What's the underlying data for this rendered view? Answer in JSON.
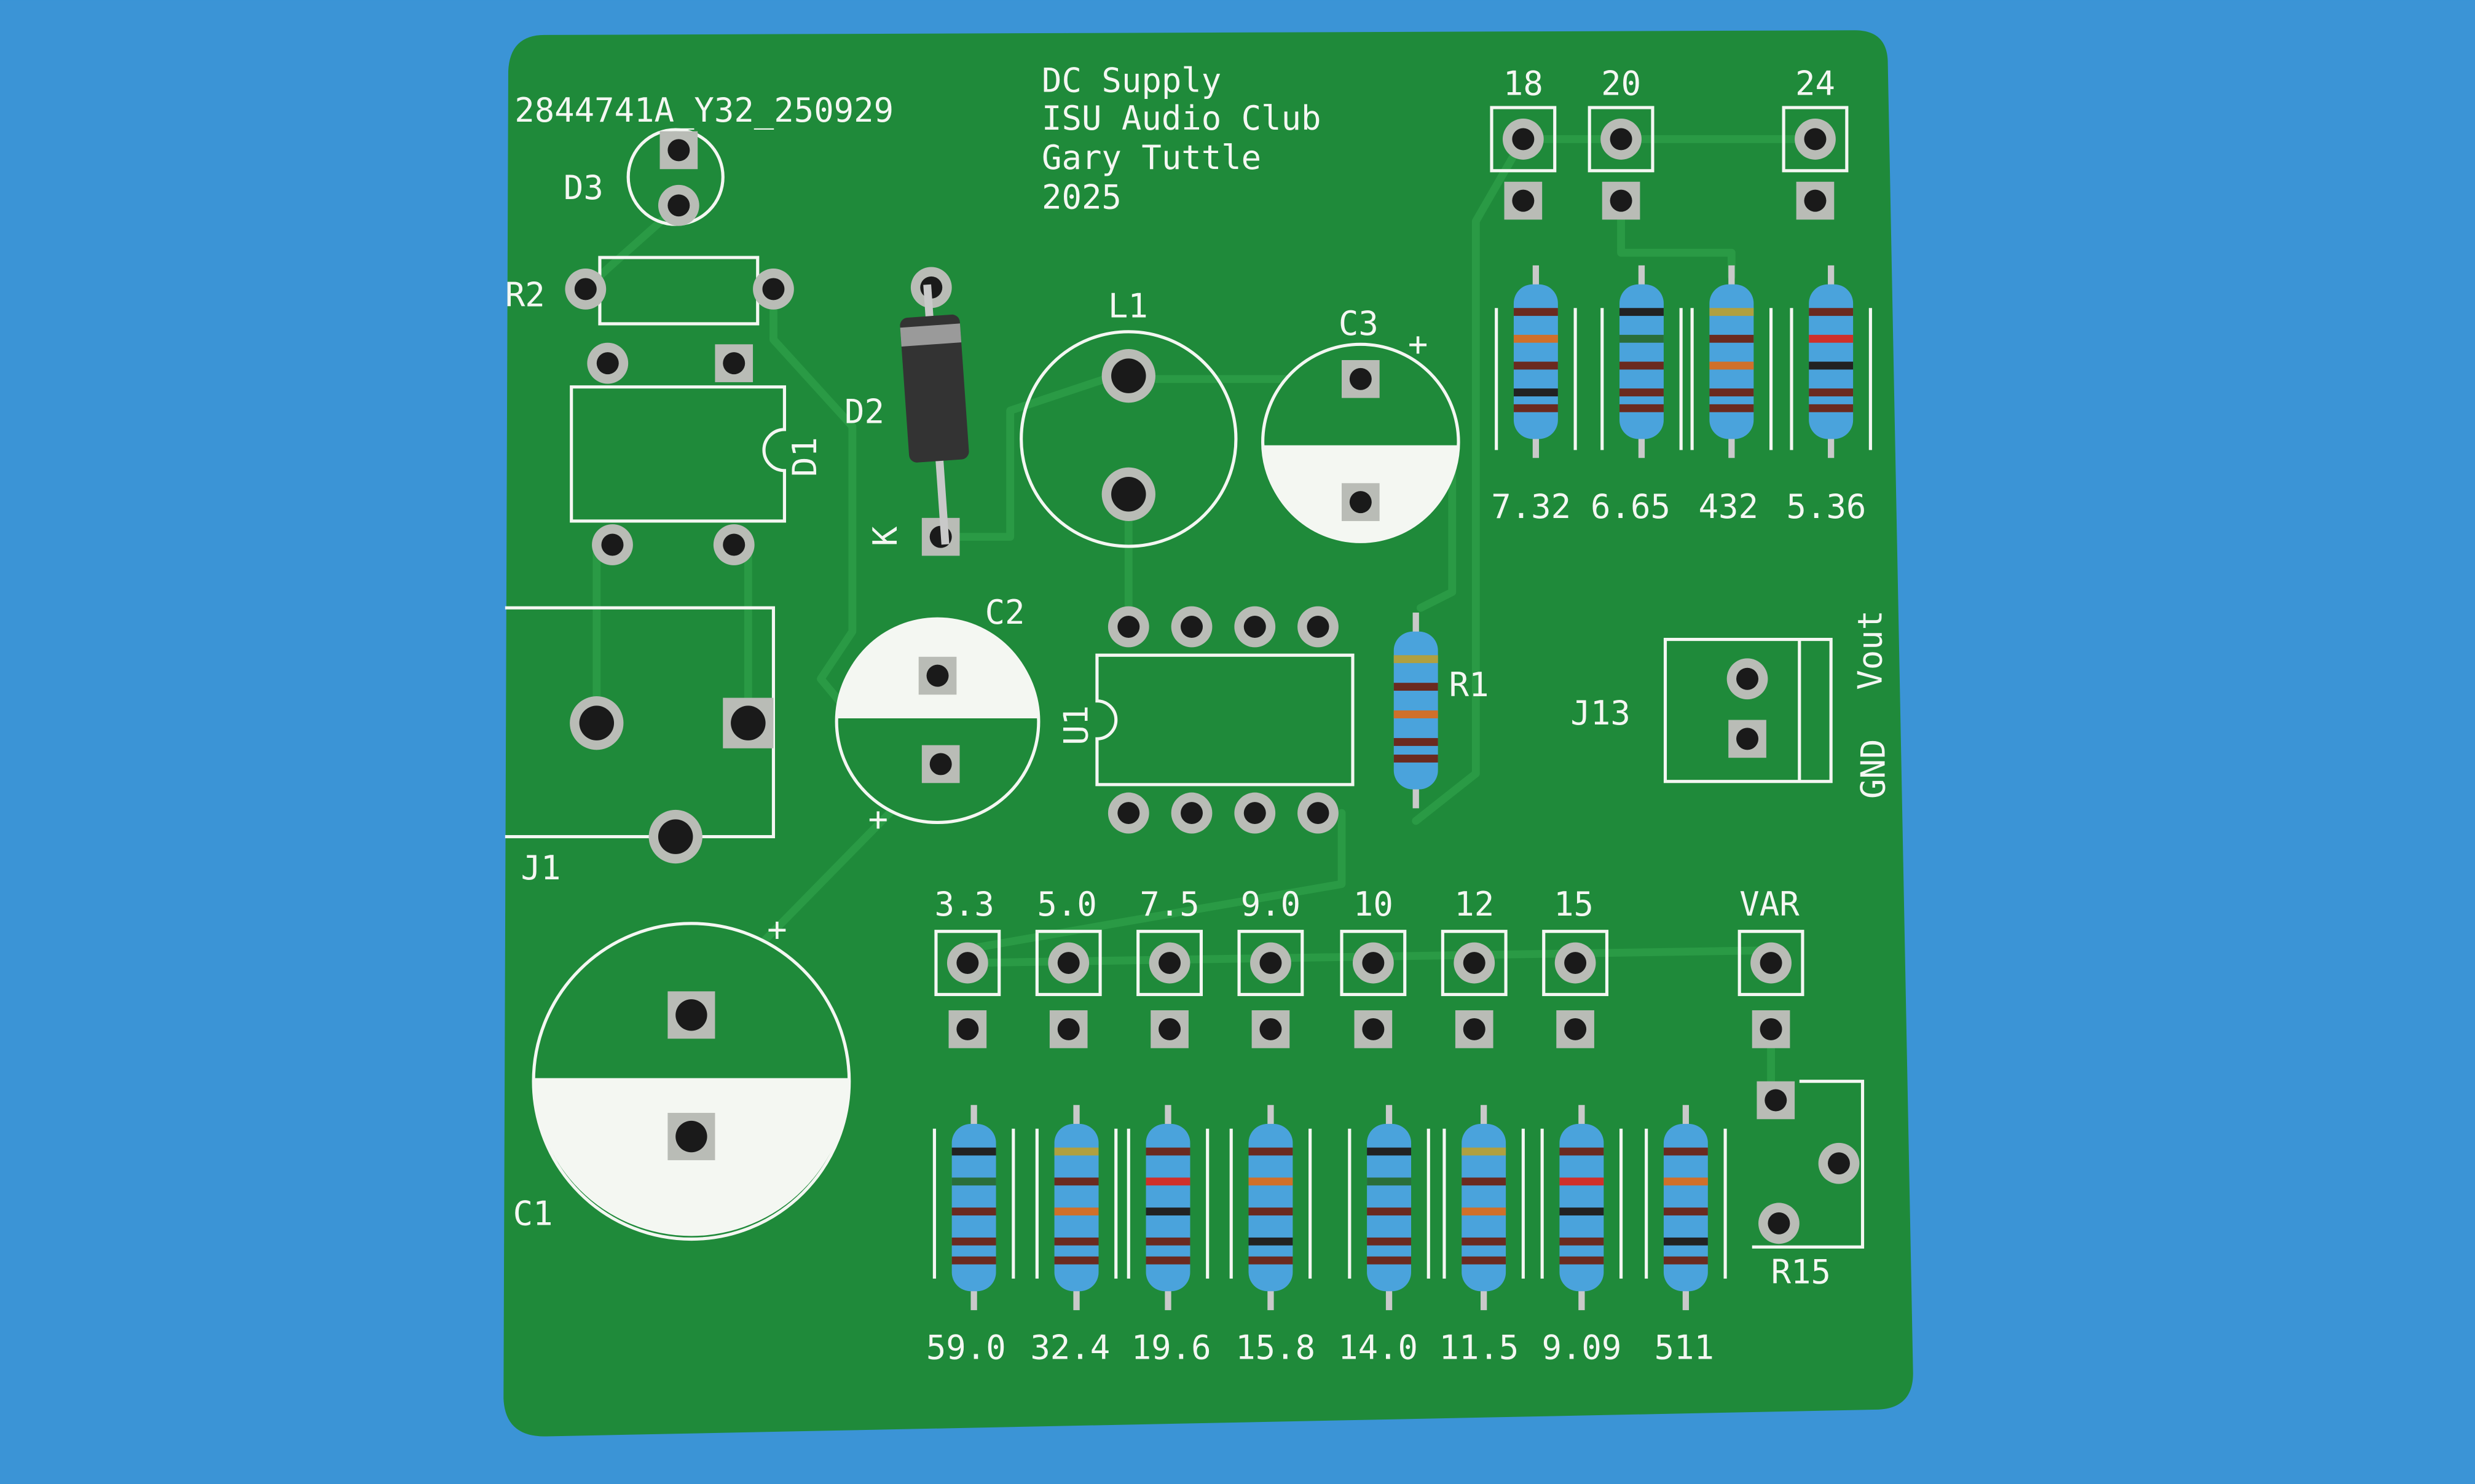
{
  "board": {
    "serial": "2844741A_Y32_250929",
    "title_lines": [
      "DC Supply",
      "ISU Audio Club",
      "Gary Tuttle",
      "2025"
    ],
    "refs": {
      "d3": "D3",
      "r2": "R2",
      "d2": "D2",
      "d1": "D1",
      "k": "K",
      "l1": "L1",
      "c3": "C3",
      "c2": "C2",
      "c1": "C1",
      "u1": "U1",
      "r1": "R1",
      "j13": "J13",
      "j1": "J1",
      "r15": "R15",
      "plus": "+"
    },
    "j13_pins": [
      "Vout",
      "GND"
    ],
    "top_header_labels": [
      "18",
      "20",
      "24"
    ],
    "top_resistor_values": [
      "7.32",
      "6.65",
      "432",
      "5.36"
    ],
    "bottom_header_labels": [
      "3.3",
      "5.0",
      "7.5",
      "9.0",
      "10",
      "12",
      "15",
      "VAR"
    ],
    "bottom_resistor_values": [
      "59.0",
      "32.4",
      "19.6",
      "15.8",
      "14.0",
      "11.5",
      "9.09",
      "511"
    ]
  },
  "colors": {
    "background": "#3b94d6",
    "pcb": "#1f8a3a",
    "silkscreen": "#f4f7f2",
    "resistor_body": "#4aa3dc"
  }
}
